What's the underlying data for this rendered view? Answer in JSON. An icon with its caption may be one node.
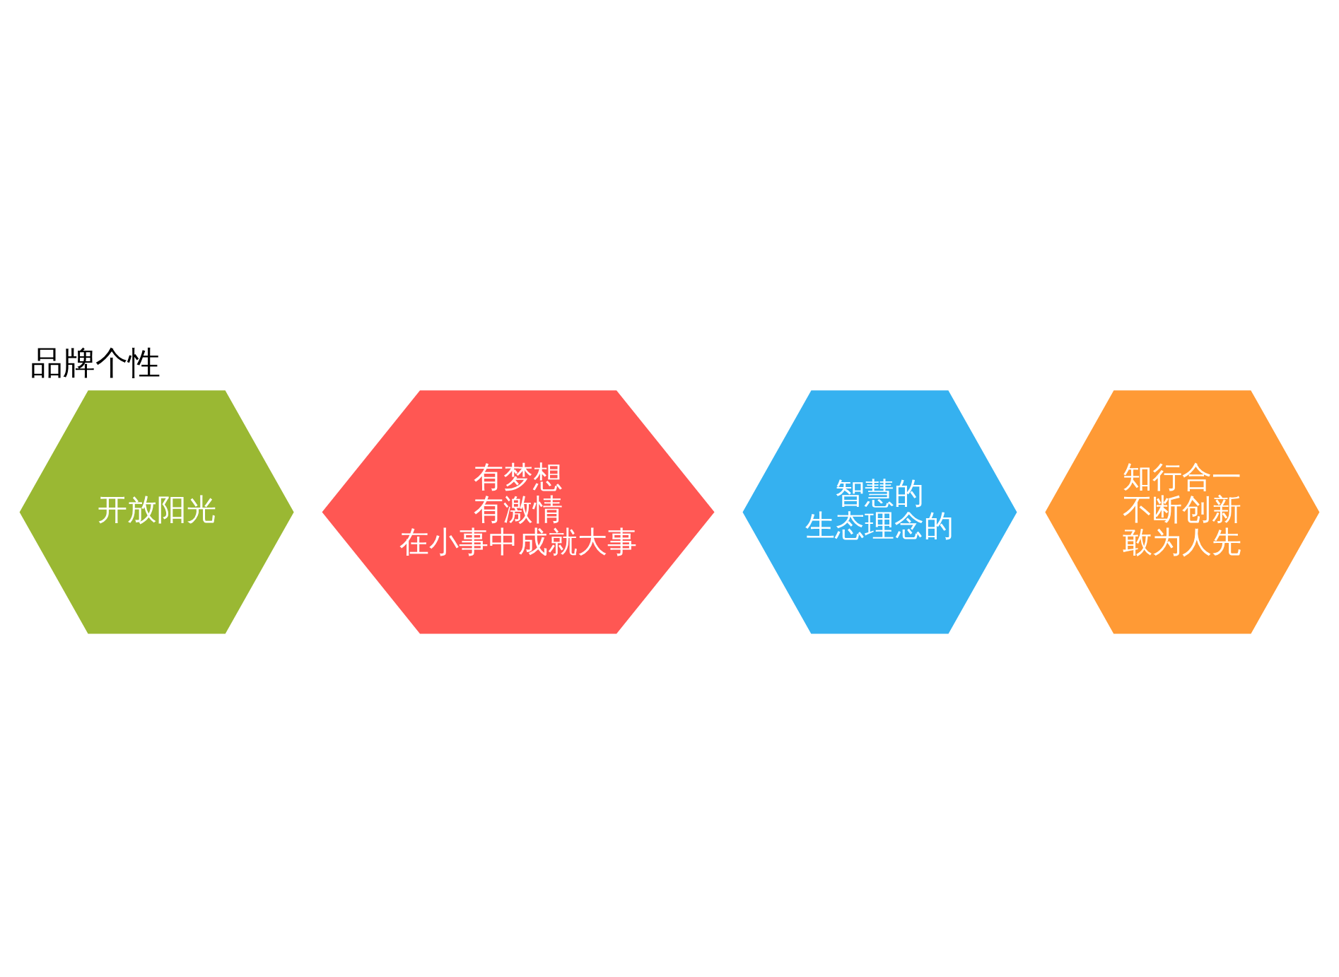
{
  "diagram": {
    "title": "品牌个性",
    "nodes": [
      {
        "text": [
          "有梦想",
          "有激情",
          "在小事中成就大事"
        ]
      },
      {
        "text": [
          "开放阳光"
        ]
      },
      {
        "text": [
          "知行合一",
          "不断创新",
          "敢为人先"
        ]
      },
      {
        "text": [
          "智慧的",
          "生态理念的"
        ]
      }
    ]
  }
}
